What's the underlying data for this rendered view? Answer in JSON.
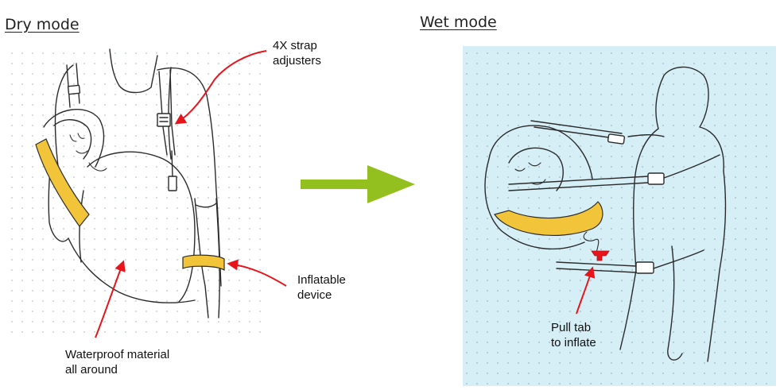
{
  "dry": {
    "title": "Dry mode",
    "callouts": {
      "adjusters": [
        "4X strap",
        "adjusters"
      ],
      "inflatable": [
        "Inflatable",
        "device"
      ],
      "material": [
        "Waterproof material",
        "all around"
      ]
    }
  },
  "wet": {
    "title": "Wet mode",
    "callouts": {
      "pull_tab": [
        "Pull tab",
        "to inflate"
      ]
    }
  },
  "colors": {
    "callout_arrow": "#e8141b",
    "transition_arrow": "#93c01f",
    "inflatable": "#f2c43a",
    "water": "#d6eff6",
    "line": "#2b2b2b"
  }
}
